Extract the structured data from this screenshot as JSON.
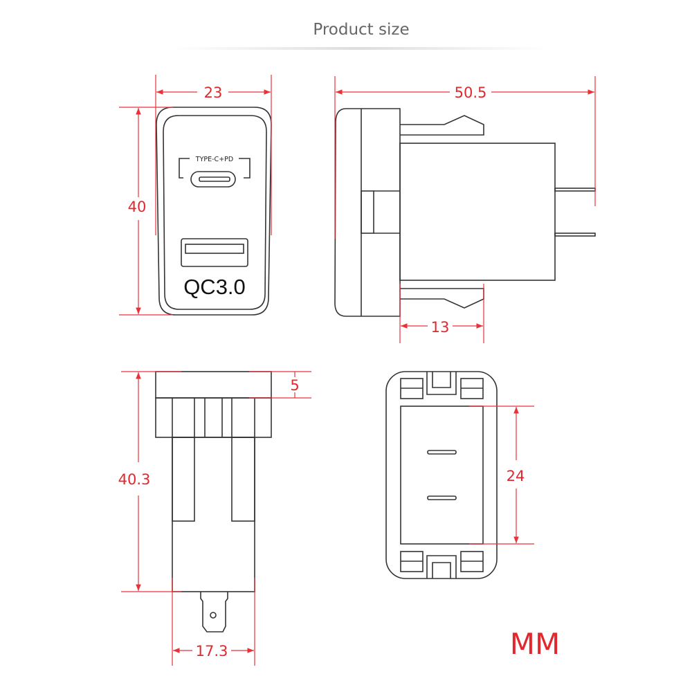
{
  "title": "Product size",
  "unit": "MM",
  "front_view": {
    "port_label": "TYPE-C+PD",
    "qc_label": "QC3.0",
    "width": "23",
    "height": "40"
  },
  "side_view": {
    "length": "50.5",
    "clip_length": "13"
  },
  "bottom_view": {
    "height": "40.3",
    "flange": "5",
    "width": "17.3"
  },
  "rear_view": {
    "inner_height": "24"
  },
  "colors": {
    "dimension": "#e0282e",
    "outline": "#333333",
    "title": "#666666"
  }
}
